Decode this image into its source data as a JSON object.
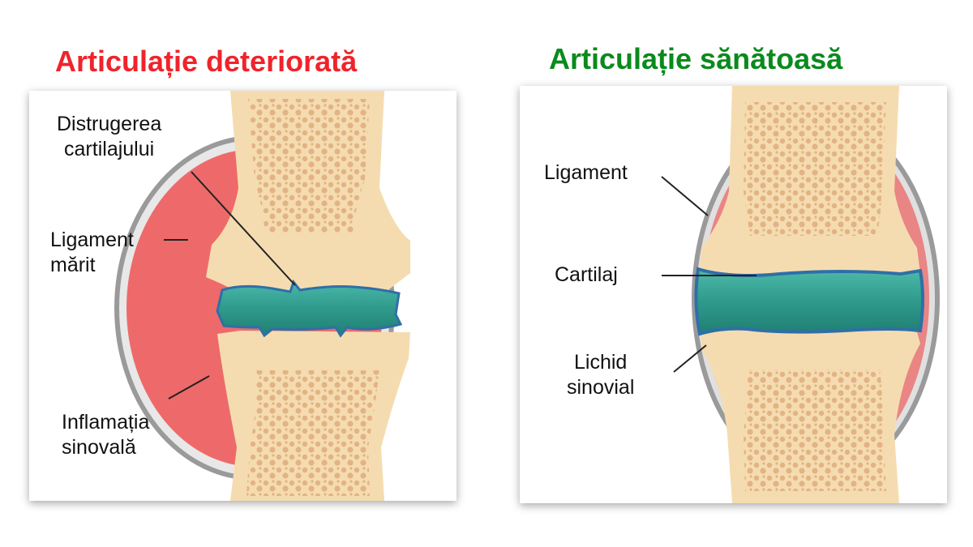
{
  "left_panel": {
    "title": "Articulație deteriorată",
    "title_color": "#f0232b",
    "labels": {
      "cartilage_destruction": [
        "Distrugerea",
        "cartilajului"
      ],
      "enlarged_ligament": [
        "Ligament",
        "mărit"
      ],
      "synovial_inflammation": [
        "Inflamația",
        "sinovală"
      ]
    }
  },
  "right_panel": {
    "title": "Articulație sănătoasă",
    "title_color": "#0a8a1d",
    "labels": {
      "ligament": "Ligament",
      "cartilage": "Cartilaj",
      "synovial_fluid": [
        "Lichid",
        "sinovial"
      ]
    }
  },
  "colors": {
    "bone": "#f5dcb0",
    "bone_spongy": "#e2b384",
    "synovial_fluid": "#2f9a8c",
    "cartilage_edge": "#2f6fa8",
    "inflammation": "#ee6a6a",
    "capsule": "#9a9a9a"
  }
}
